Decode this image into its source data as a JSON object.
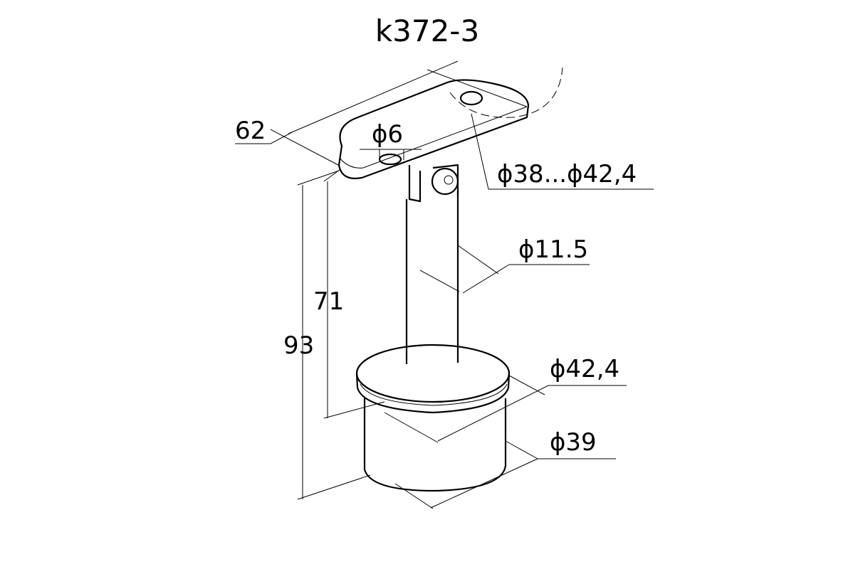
{
  "title": "k372-3",
  "dimensions": {
    "plate_length": "62",
    "hole_diameter": "ϕ6",
    "rail_diameter": "ϕ38...ϕ42,4",
    "post_diameter": "ϕ11.5",
    "cap_diameter": "ϕ42,4",
    "base_diameter": "ϕ39",
    "post_height": "71",
    "total_height": "93"
  }
}
